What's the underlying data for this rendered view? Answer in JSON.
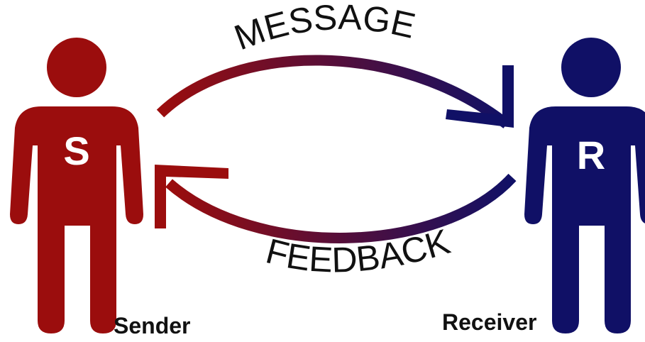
{
  "sender": {
    "letter": "S",
    "label": "Sender",
    "color": "#9b0d0d"
  },
  "receiver": {
    "letter": "R",
    "label": "Receiver",
    "color": "#101066"
  },
  "message": {
    "label": "MESSAGE"
  },
  "feedback": {
    "label": "FEEDBACK"
  },
  "arrow_gradient": {
    "from": "#9b0d0d",
    "to": "#101066"
  }
}
